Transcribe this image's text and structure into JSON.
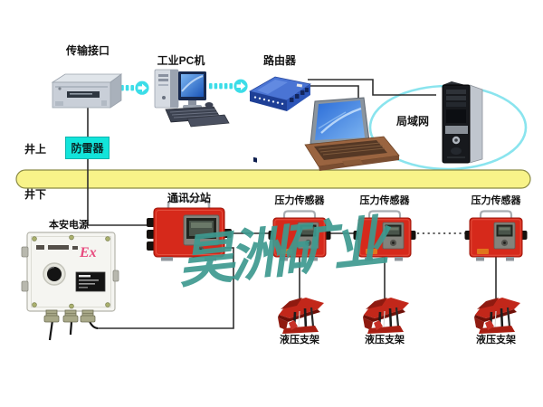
{
  "watermark": {
    "text": "昊洲矿业"
  },
  "surface": {
    "above_label": "井上",
    "below_label": "井下",
    "arrester_label": "防雷器"
  },
  "top": {
    "transmission": {
      "label": "传输接口"
    },
    "pc": {
      "label": "工业PC机"
    },
    "router": {
      "label": "路由器"
    },
    "lan": {
      "label": "局域网"
    }
  },
  "underground": {
    "power": {
      "label": "本安电源",
      "badge": "Ex"
    },
    "substation": {
      "label": "通讯分站"
    },
    "sensors": [
      {
        "label": "压力传感器"
      },
      {
        "label": "压力传感器"
      },
      {
        "label": "压力传感器"
      }
    ],
    "supports": [
      {
        "label": "液压支架"
      },
      {
        "label": "液压支架"
      },
      {
        "label": "液压支架"
      }
    ]
  },
  "icons": {
    "flow_arrow": "➜",
    "device_icons": [
      "rack-server-icon",
      "desktop-pc-icon",
      "router-icon",
      "laptop-icon",
      "tower-pc-icon",
      "power-box-icon",
      "comm-substation-icon",
      "pressure-sensor-icon",
      "hydraulic-support-icon"
    ]
  },
  "colors": {
    "device_red": "#d6291b",
    "surface_bar_yellow": "#f8f389",
    "arrester_cyan": "#12e4da",
    "arrow_cyan": "#3cdde8",
    "lan_ellipse_cyan": "#8ae4ee",
    "watermark_teal": "#3e9a90",
    "line": "#2e2e2e"
  }
}
